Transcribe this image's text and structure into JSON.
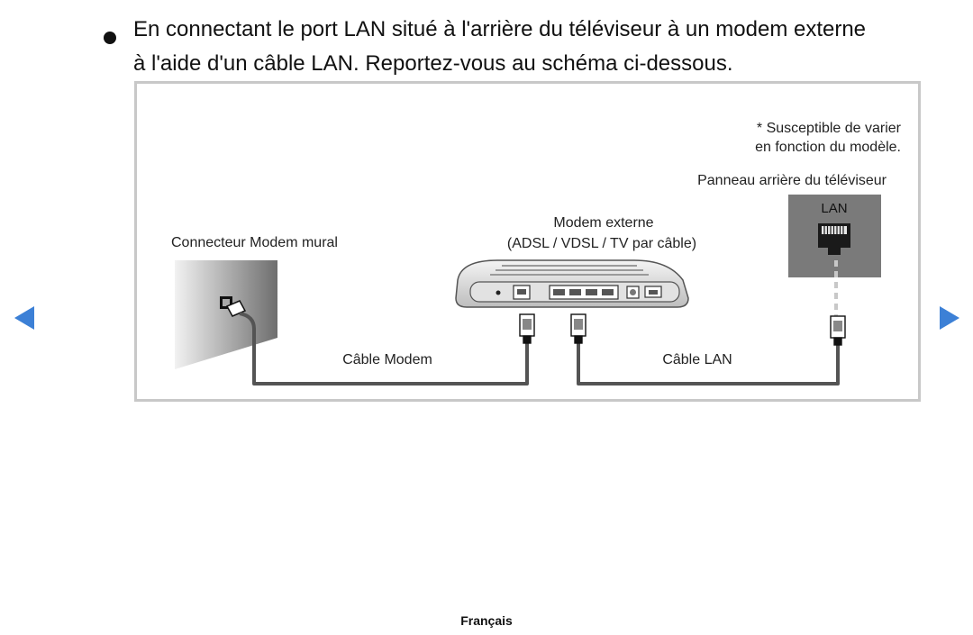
{
  "bullet": {
    "line1": "En connectant le port LAN situé à l'arrière du téléviseur à un modem externe",
    "line2": "à l'aide d'un câble LAN. Reportez-vous au schéma ci-dessous."
  },
  "diagram": {
    "note_line1": "* Susceptible de varier",
    "note_line2": "en fonction du modèle.",
    "tv_panel_label": "Panneau arrière du téléviseur",
    "lan_label": "LAN",
    "modem_label_line1": "Modem externe",
    "modem_label_line2": "(ADSL / VDSL / TV par câble)",
    "wall_label": "Connecteur Modem mural",
    "cable_modem_label": "Câble Modem",
    "cable_lan_label": "Câble LAN"
  },
  "footer": {
    "language": "Français"
  },
  "colors": {
    "nav_arrow": "#3c80d6",
    "frame_border": "#c8c8c8",
    "tv_panel": "#7a7a7a"
  }
}
